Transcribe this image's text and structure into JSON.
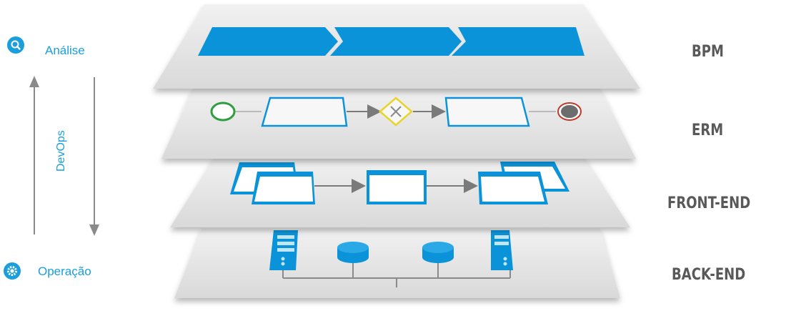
{
  "side": {
    "top_label": "Análise",
    "top_icon": "search-icon",
    "axis_label": "DevOps",
    "bottom_label": "Operação",
    "bottom_icon": "gear-icon"
  },
  "layers": [
    {
      "label": "BPM"
    },
    {
      "label": "ERM"
    },
    {
      "label": "FRONT-END"
    },
    {
      "label": "BACK-END"
    }
  ],
  "colors": {
    "accent": "#1a9fdc",
    "layer_fill": "#e2e2e2",
    "label": "#595959",
    "start_event": "#2e9e3e",
    "end_event": "#c0392b",
    "gateway": "#e8d52a",
    "connector": "#888888"
  }
}
